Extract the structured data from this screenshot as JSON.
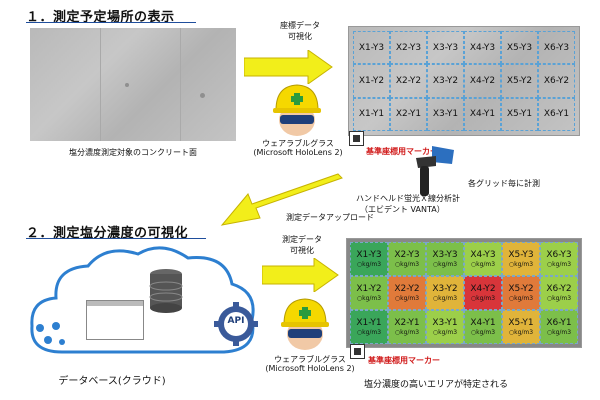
{
  "section1": {
    "title": "１．測定予定場所の表示"
  },
  "section2": {
    "title": "２．測定塩分濃度の可視化"
  },
  "concrete_caption": "塩分濃度測定対象のコンクリート面",
  "arrow_top_label": [
    "座標データ",
    "可視化"
  ],
  "arrow_bottom_label": [
    "測定データ",
    "可視化"
  ],
  "upload_label": "測定データアップロード",
  "glasses_label": [
    "ウェアラブルグラス",
    "(Microsoft HoloLens 2)"
  ],
  "marker_label": "基準座標用マーカー",
  "grid_measure_label": "各グリッド毎に計測",
  "device_label": [
    "ハンドヘルド蛍光Ｘ線分析計",
    "（エビデント VANTA）"
  ],
  "database_label": "データベース(クラウド)",
  "api_label": "API",
  "result_caption": "塩分濃度の高いエリアが特定される",
  "grid_top": {
    "rows": [
      [
        "X1-Y3",
        "X2-Y3",
        "X3-Y3",
        "X4-Y3",
        "X5-Y3",
        "X6-Y3"
      ],
      [
        "X1-Y2",
        "X2-Y2",
        "X3-Y2",
        "X4-Y2",
        "X5-Y2",
        "X6-Y2"
      ],
      [
        "X1-Y1",
        "X2-Y1",
        "X3-Y1",
        "X4-Y1",
        "X5-Y1",
        "X6-Y1"
      ]
    ]
  },
  "grid_bottom": {
    "value_text": "○kg/m3",
    "rows": [
      [
        "X1-Y3",
        "X2-Y3",
        "X3-Y3",
        "X4-Y3",
        "X5-Y3",
        "X6-Y3"
      ],
      [
        "X1-Y2",
        "X2-Y2",
        "X3-Y2",
        "X4-Y2",
        "X5-Y2",
        "X6-Y2"
      ],
      [
        "X1-Y1",
        "X2-Y1",
        "X3-Y1",
        "X4-Y1",
        "X5-Y1",
        "X6-Y1"
      ]
    ],
    "colors": [
      [
        "#3aa65a",
        "#7cbf4a",
        "#7cbf4a",
        "#9ccf4a",
        "#e0b43a",
        "#9ccf4a"
      ],
      [
        "#7cbf4a",
        "#e07a3a",
        "#e0b43a",
        "#d8353a",
        "#e07a3a",
        "#9ccf4a"
      ],
      [
        "#3aa65a",
        "#7cbf4a",
        "#9ccf4a",
        "#7cbf4a",
        "#e0b43a",
        "#7cbf4a"
      ]
    ]
  },
  "colors": {
    "accent_blue": "#1f4e9c",
    "arrow_yellow": "#f2ee1a",
    "marker_red": "#d01818"
  }
}
